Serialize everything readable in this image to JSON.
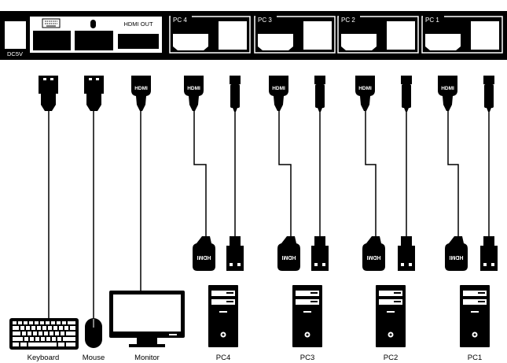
{
  "panel": {
    "dc_label": "DC5V",
    "hdmi_out_label": "HDMI OUT",
    "pc_ports": [
      {
        "label": "PC 4"
      },
      {
        "label": "PC 3"
      },
      {
        "label": "PC 2"
      },
      {
        "label": "PC 1"
      }
    ]
  },
  "cable_glyph_top": "HDMI",
  "cable_glyph_bottom": "HDMI",
  "devices": {
    "keyboard": "Keyboard",
    "mouse": "Mouse",
    "monitor": "Monitor",
    "pcs": [
      "PC4",
      "PC3",
      "PC2",
      "PC1"
    ]
  },
  "colors": {
    "device": "#000000",
    "background": "#ffffff"
  }
}
